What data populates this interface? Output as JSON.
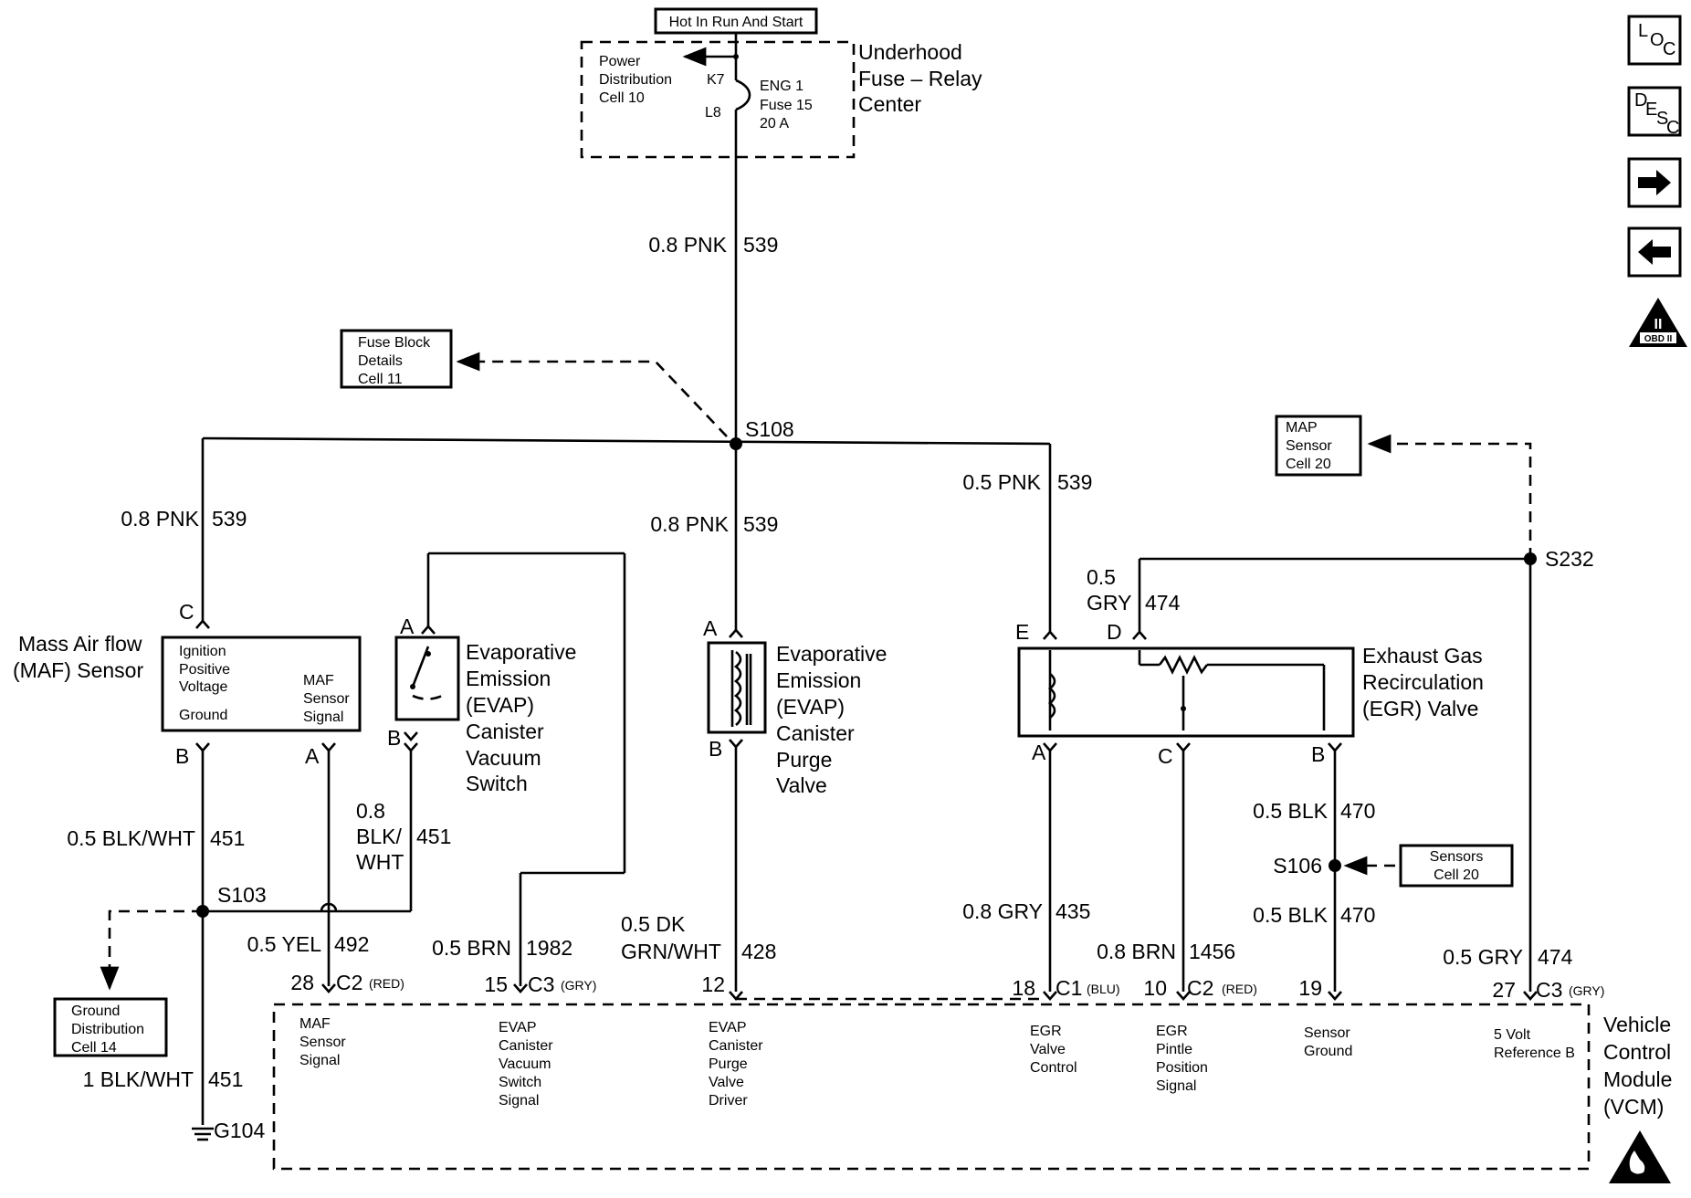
{
  "power": {
    "hot_label": "Hot In Run And Start",
    "fuse_center": [
      "Underhood",
      "Fuse – Relay",
      "Center"
    ],
    "power_dist": [
      "Power",
      "Distribution",
      "Cell 10"
    ],
    "k7": "K7",
    "l8": "L8",
    "fuse": [
      "ENG 1",
      "Fuse 15",
      "20 A"
    ]
  },
  "refs": {
    "fuse_block": [
      "Fuse Block",
      "Details",
      "Cell 11"
    ],
    "map_sensor": [
      "MAP",
      "Sensor",
      "Cell 20"
    ],
    "sensors": [
      "Sensors",
      "Cell 20"
    ],
    "ground_dist": [
      "Ground",
      "Distribution",
      "Cell 14"
    ]
  },
  "splices": {
    "s108": "S108",
    "s103": "S103",
    "s232": "S232",
    "s106": "S106",
    "g104": "G104"
  },
  "wires": {
    "pnk_top": [
      "0.8 PNK",
      "539"
    ],
    "pnk_left": [
      "0.8 PNK",
      "539"
    ],
    "pnk_mid": [
      "0.8 PNK",
      "539"
    ],
    "pnk_right": [
      "0.5 PNK",
      "539"
    ],
    "gry_474_top": [
      "0.5",
      "GRY",
      "474"
    ],
    "blk_wht_451": [
      "0.5 BLK/WHT",
      "451"
    ],
    "blk_wht_451_evap": [
      "0.8",
      "BLK/",
      "WHT",
      "451"
    ],
    "yel_492": [
      "0.5 YEL",
      "492"
    ],
    "brn_1982": [
      "0.5 BRN",
      "1982"
    ],
    "dkgrn_428": [
      "0.5 DK",
      "GRN/WHT",
      "428"
    ],
    "gry_435": [
      "0.8 GRY",
      "435"
    ],
    "brn_1456": [
      "0.8 BRN",
      "1456"
    ],
    "blk_470_top": [
      "0.5 BLK",
      "470"
    ],
    "blk_470_bot": [
      "0.5 BLK",
      "470"
    ],
    "gry_474_bot": [
      "0.5 GRY",
      "474"
    ],
    "blk_wht_ground": [
      "1 BLK/WHT",
      "451"
    ]
  },
  "components": {
    "maf": {
      "name": [
        "Mass Air flow",
        "(MAF) Sensor"
      ],
      "pins": {
        "c": "C",
        "b": "B",
        "a": "A"
      },
      "inner_left": [
        "Ignition",
        "Positive",
        "Voltage",
        "Ground"
      ],
      "inner_right": [
        "MAF",
        "Sensor",
        "Signal"
      ]
    },
    "evap_switch": {
      "name": [
        "Evaporative",
        "Emission",
        "(EVAP)",
        "Canister",
        "Vacuum",
        "Switch"
      ],
      "pins": {
        "a": "A",
        "b": "B"
      }
    },
    "evap_purge": {
      "name": [
        "Evaporative",
        "Emission",
        "(EVAP)",
        "Canister",
        "Purge",
        "Valve"
      ],
      "pins": {
        "a": "A",
        "b": "B"
      }
    },
    "egr": {
      "name": [
        "Exhaust Gas",
        "Recirculation",
        "(EGR) Valve"
      ],
      "pins": {
        "e": "E",
        "d": "D",
        "a": "A",
        "c": "C",
        "b": "B"
      }
    }
  },
  "vcm": {
    "name": [
      "Vehicle",
      "Control",
      "Module",
      "(VCM)"
    ],
    "pins": [
      {
        "num": "28",
        "conn": "C2",
        "color": "(RED)",
        "label": [
          "MAF",
          "Sensor",
          "Signal"
        ]
      },
      {
        "num": "15",
        "conn": "C3",
        "color": "(GRY)",
        "label": [
          "EVAP",
          "Canister",
          "Vacuum",
          "Switch",
          "Signal"
        ]
      },
      {
        "num": "12",
        "conn": "",
        "color": "",
        "label": [
          "EVAP",
          "Canister",
          "Purge",
          "Valve",
          "Driver"
        ]
      },
      {
        "num": "18",
        "conn": "C1",
        "color": "(BLU)",
        "label": [
          "EGR",
          "Valve",
          "Control"
        ]
      },
      {
        "num": "10",
        "conn": "C2",
        "color": "(RED)",
        "label": [
          "EGR",
          "Pintle",
          "Position",
          "Signal"
        ]
      },
      {
        "num": "19",
        "conn": "",
        "color": "",
        "label": [
          "Sensor",
          "Ground"
        ]
      },
      {
        "num": "27",
        "conn": "C3",
        "color": "(GRY)",
        "label": [
          "5 Volt",
          "Reference B"
        ]
      }
    ]
  },
  "nav": {
    "loc": [
      "L",
      "O",
      "C"
    ],
    "desc": [
      "D",
      "E",
      "S",
      "C"
    ],
    "next_icon": "arrow-right-icon",
    "prev_icon": "arrow-left-icon",
    "obd_roman": "II",
    "obd_label": "OBD II"
  }
}
